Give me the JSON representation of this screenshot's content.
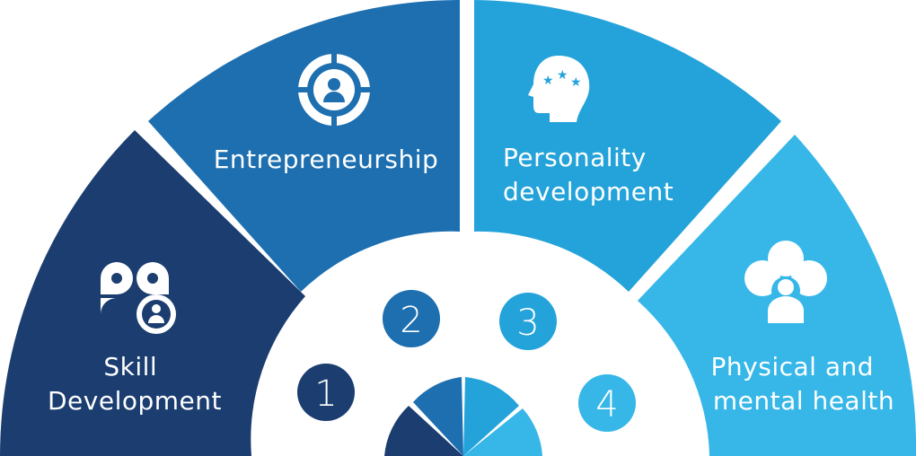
{
  "segments": [
    {
      "number": "1",
      "label_lines": [
        "Skill",
        "Development"
      ],
      "icon": "skill-network-icon",
      "color": "#1b3d70"
    },
    {
      "number": "2",
      "label_lines": [
        "Entrepreneurship"
      ],
      "icon": "target-person-icon",
      "color": "#1d6fb0"
    },
    {
      "number": "3",
      "label_lines": [
        "Personality",
        "development"
      ],
      "icon": "head-stars-icon",
      "color": "#24a3da"
    },
    {
      "number": "4",
      "label_lines": [
        "Physical and",
        "mental health"
      ],
      "icon": "person-cloud-icon",
      "color": "#36b7e8"
    }
  ]
}
